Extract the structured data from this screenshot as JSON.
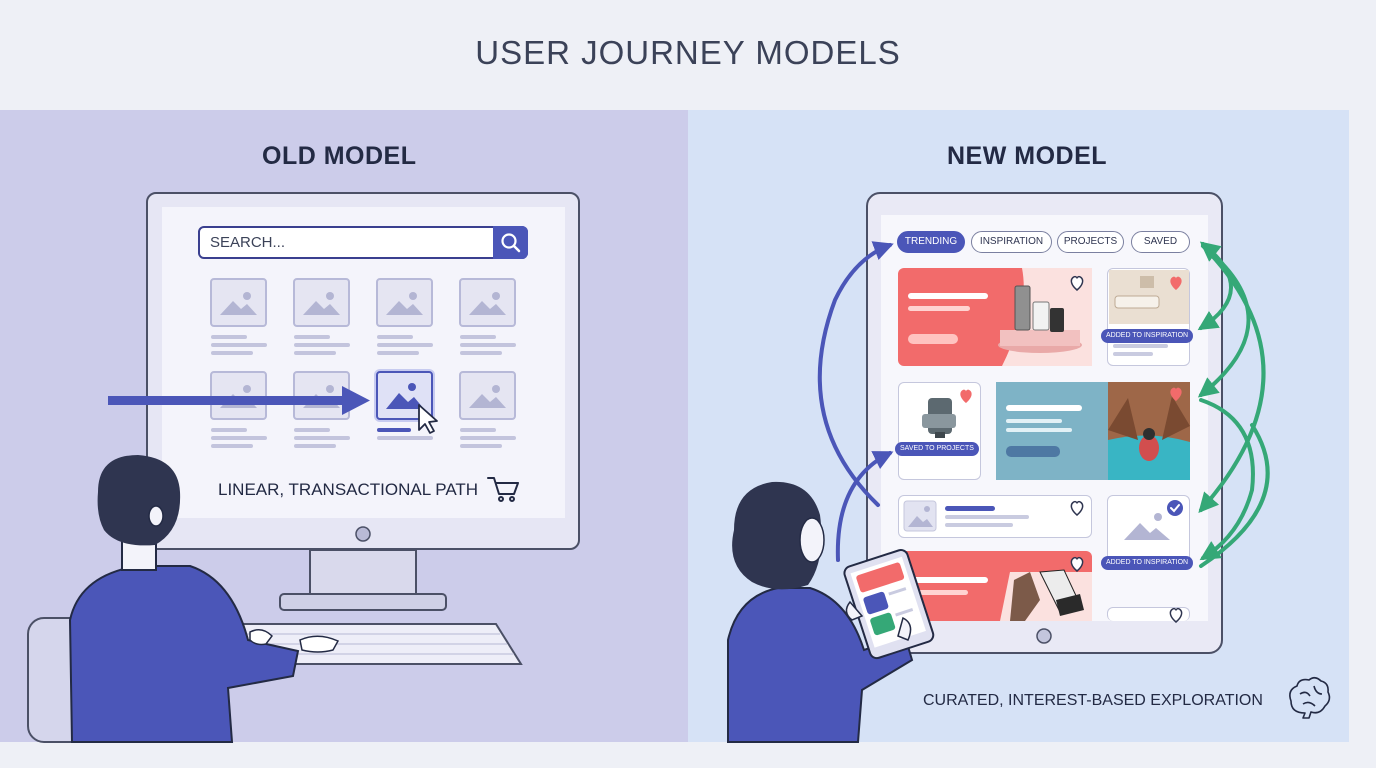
{
  "title": "USER JOURNEY MODELS",
  "old_model": {
    "heading": "OLD MODEL",
    "search_placeholder": "SEARCH...",
    "caption": "LINEAR, TRANSACTIONAL PATH",
    "icons": [
      "search-icon",
      "image-placeholder-icon",
      "cursor-icon",
      "cart-icon"
    ]
  },
  "new_model": {
    "heading": "NEW MODEL",
    "tabs": [
      {
        "label": "TRENDING",
        "active": true
      },
      {
        "label": "INSPIRATION",
        "active": false
      },
      {
        "label": "PROJECTS",
        "active": false
      },
      {
        "label": "SAVED",
        "active": false
      }
    ],
    "tags": {
      "added_1": "ADDED TO INSPIRATION",
      "saved_projects": "SAVED TO PROJECTS",
      "added_2": "ADDED TO INSPIRATION"
    },
    "caption": "CURATED, INTEREST-BASED EXPLORATION",
    "icons": [
      "heart-icon",
      "check-icon",
      "brain-icon"
    ]
  },
  "colors": {
    "accent": "#4b56b8",
    "green_arrow": "#35a877",
    "coral": "#f26b6b",
    "old_bg": "#ccccea",
    "new_bg": "#d6e2f6"
  }
}
